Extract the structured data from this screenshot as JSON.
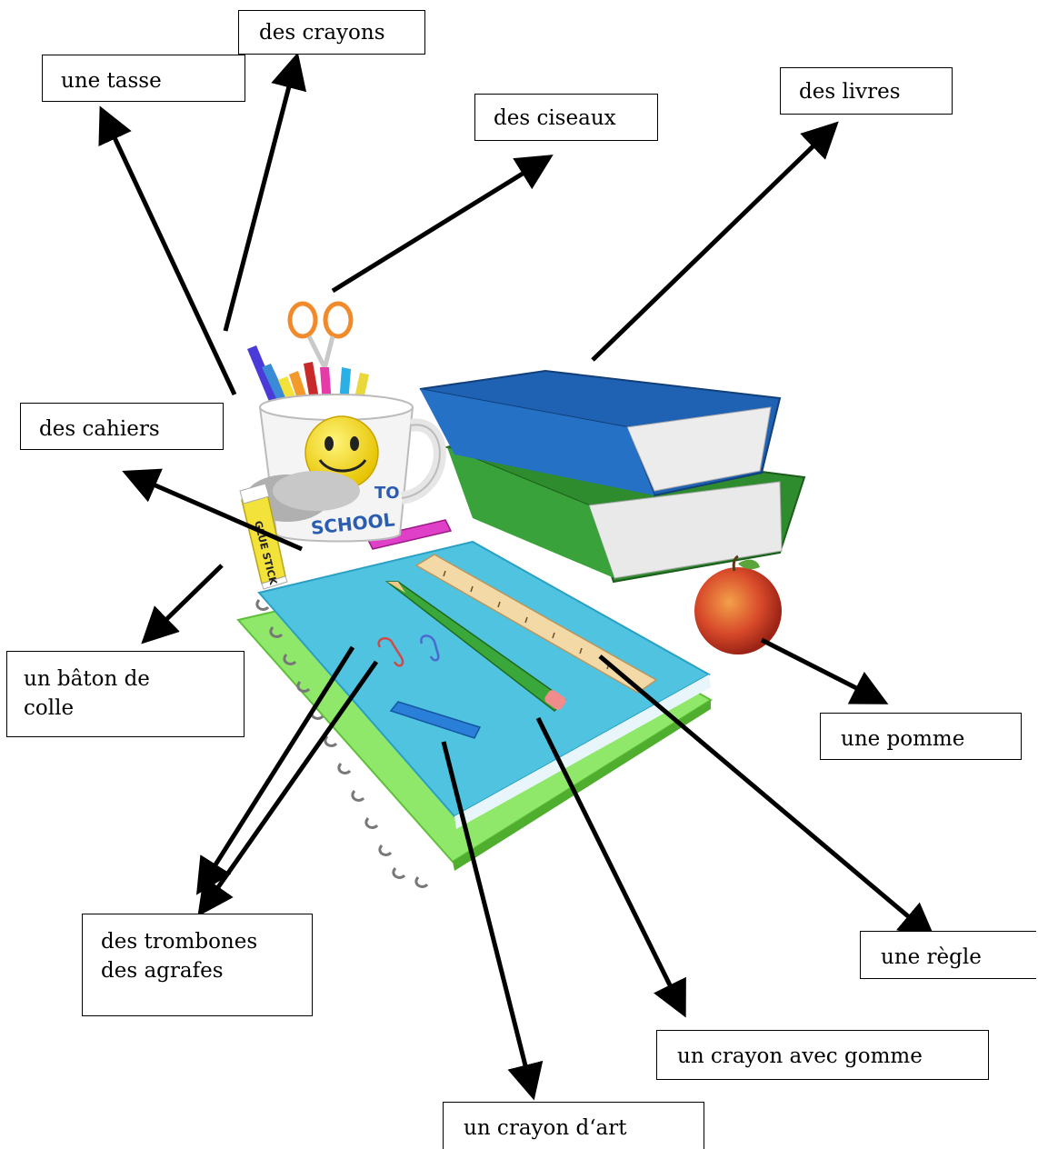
{
  "labels": {
    "crayons": "des crayons",
    "tasse": "une tasse",
    "ciseaux": "des ciseaux",
    "livres": "des livres",
    "cahiers": "des cahiers",
    "baton_line1": "un bâton de",
    "baton_line2": "colle",
    "pomme": "une pomme",
    "trombones": "des trombones",
    "agrafes": "des agrafes",
    "regle": "une règle",
    "crayon_gomme": "un crayon avec gomme",
    "crayon_art": "un crayon d‘art"
  },
  "illustration": {
    "mug_text_line1": "TO",
    "mug_text_line2": "SCHOOL",
    "glue_text": "GLUE STICK"
  },
  "colors": {
    "book_blue": "#1f62b3",
    "book_green": "#2e8b2e",
    "notebook_cyan": "#4fc3e0",
    "notebook_green": "#8fe86a",
    "apple_red": "#d2412a",
    "ruler": "#f3d9a6"
  }
}
